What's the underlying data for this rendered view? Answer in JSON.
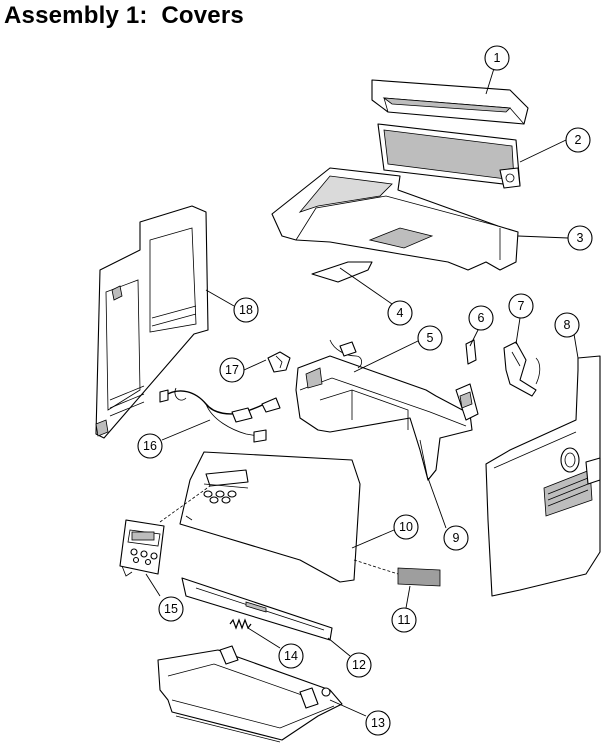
{
  "title": "Assembly 1:  Covers",
  "callouts": [
    {
      "id": "1",
      "label": "1"
    },
    {
      "id": "2",
      "label": "2"
    },
    {
      "id": "3",
      "label": "3"
    },
    {
      "id": "4",
      "label": "4"
    },
    {
      "id": "5",
      "label": "5"
    },
    {
      "id": "6",
      "label": "6"
    },
    {
      "id": "7",
      "label": "7"
    },
    {
      "id": "8",
      "label": "8"
    },
    {
      "id": "9",
      "label": "9"
    },
    {
      "id": "10",
      "label": "10"
    },
    {
      "id": "11",
      "label": "11"
    },
    {
      "id": "12",
      "label": "12"
    },
    {
      "id": "13",
      "label": "13"
    },
    {
      "id": "14",
      "label": "14"
    },
    {
      "id": "15",
      "label": "15"
    },
    {
      "id": "16",
      "label": "16"
    },
    {
      "id": "17",
      "label": "17"
    },
    {
      "id": "18",
      "label": "18"
    }
  ]
}
